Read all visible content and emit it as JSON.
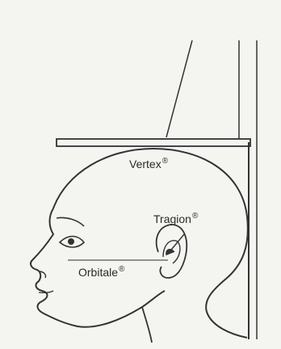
{
  "labels": {
    "vertex": "Vertex",
    "tragion": "Tragion",
    "orbitale": "Orbitale",
    "registered_mark": "®"
  },
  "colors": {
    "background": "#f4f4f1",
    "ink": "#2a2a2a"
  }
}
